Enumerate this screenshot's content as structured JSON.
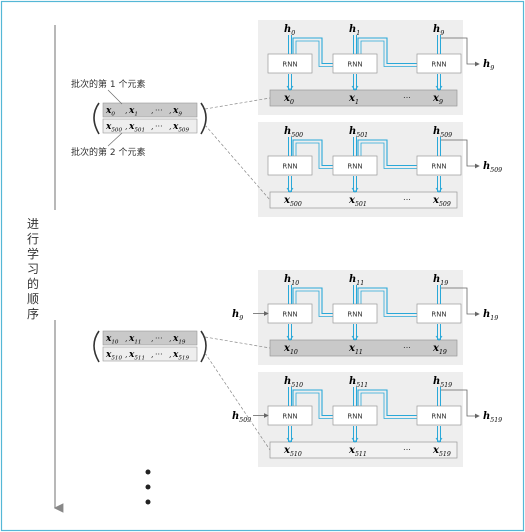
{
  "order_label": "进行学习的顺序",
  "batch_labels": {
    "first": "批次的第 1 个元素",
    "second": "批次的第 2 个元素"
  },
  "ellipsis": "···",
  "rnn_label": "RNN",
  "groups": [
    {
      "batch": {
        "row1": [
          {
            "b": "x",
            "s": "0"
          },
          {
            "b": "x",
            "s": "1"
          },
          {
            "b": "···",
            "s": ""
          },
          {
            "b": "x",
            "s": "9"
          }
        ],
        "row2": [
          {
            "b": "x",
            "s": "500"
          },
          {
            "b": "x",
            "s": "501"
          },
          {
            "b": "···",
            "s": ""
          },
          {
            "b": "x",
            "s": "509"
          }
        ]
      },
      "panels": [
        {
          "h": [
            "0",
            "1",
            "9"
          ],
          "x": [
            "0",
            "1",
            "9"
          ],
          "out": "9",
          "in": "",
          "shaded": true
        },
        {
          "h": [
            "500",
            "501",
            "509"
          ],
          "x": [
            "500",
            "501",
            "509"
          ],
          "out": "509",
          "in": "",
          "shaded": false
        }
      ]
    },
    {
      "batch": {
        "row1": [
          {
            "b": "x",
            "s": "10"
          },
          {
            "b": "x",
            "s": "11"
          },
          {
            "b": "···",
            "s": ""
          },
          {
            "b": "x",
            "s": "19"
          }
        ],
        "row2": [
          {
            "b": "x",
            "s": "510"
          },
          {
            "b": "x",
            "s": "511"
          },
          {
            "b": "···",
            "s": ""
          },
          {
            "b": "x",
            "s": "519"
          }
        ]
      },
      "panels": [
        {
          "h": [
            "10",
            "11",
            "19"
          ],
          "x": [
            "10",
            "11",
            "19"
          ],
          "out": "19",
          "in": "9",
          "shaded": true
        },
        {
          "h": [
            "510",
            "511",
            "519"
          ],
          "x": [
            "510",
            "511",
            "519"
          ],
          "out": "519",
          "in": "509",
          "shaded": false
        }
      ]
    }
  ],
  "colors": {
    "accent": "#2aa8d8",
    "panel_bg": "#eeeeee",
    "shaded_row": "#c9c9c9",
    "light_row": "#eeeeee",
    "frame": "#55b7d6"
  }
}
